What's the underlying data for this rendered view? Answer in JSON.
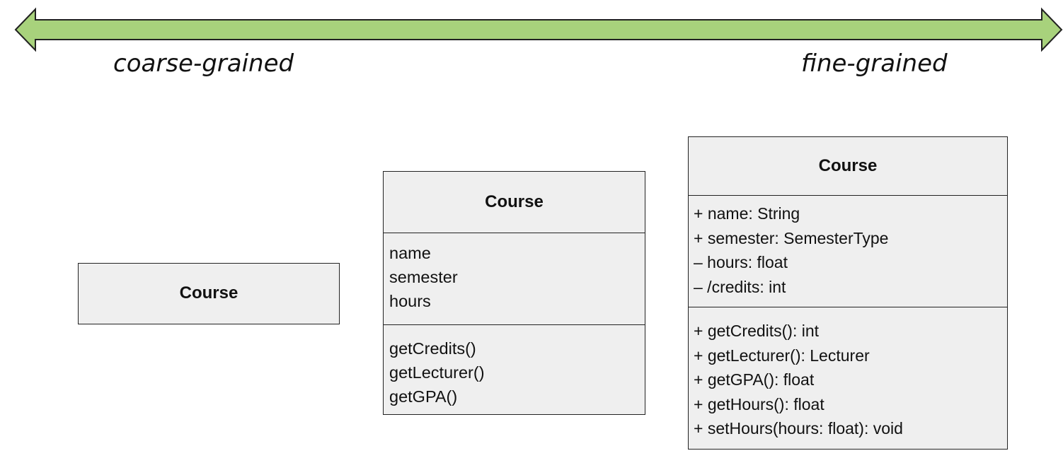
{
  "scale": {
    "left_label": "coarse-grained",
    "right_label": "fine-grained",
    "arrow_fill": "#a8d27c",
    "arrow_stroke": "#222222"
  },
  "classes": [
    {
      "name": "Course",
      "attributes": [],
      "operations": []
    },
    {
      "name": "Course",
      "attributes": [
        "name",
        "semester",
        "hours"
      ],
      "operations": [
        "getCredits()",
        "getLecturer()",
        "getGPA()"
      ]
    },
    {
      "name": "Course",
      "attributes": [
        "+ name: String",
        "+ semester: SemesterType",
        "– hours: float",
        "– /credits: int"
      ],
      "operations": [
        "+ getCredits(): int",
        "+ getLecturer(): Lecturer",
        "+ getGPA(): float",
        "+ getHours(): float",
        "+ setHours(hours: float): void"
      ]
    }
  ],
  "colors": {
    "box_fill": "#efefef",
    "box_stroke": "#222222"
  }
}
